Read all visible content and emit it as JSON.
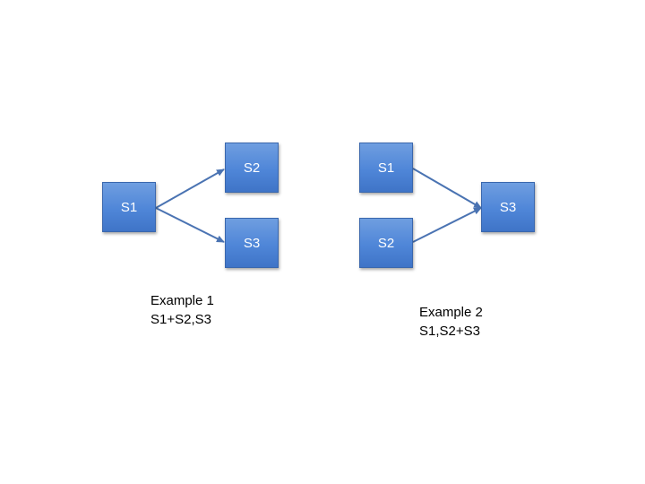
{
  "example1": {
    "nodes": {
      "s1": "S1",
      "s2": "S2",
      "s3": "S3"
    },
    "caption_title": "Example 1",
    "caption_formula": "S1+S2,S3"
  },
  "example2": {
    "nodes": {
      "s1": "S1",
      "s2": "S2",
      "s3": "S3"
    },
    "caption_title": "Example 2",
    "caption_formula": "S1,S2+S3"
  },
  "colors": {
    "node_fill": "#4f86d8",
    "node_border": "#3a67ad",
    "arrow": "#4a73b2"
  }
}
